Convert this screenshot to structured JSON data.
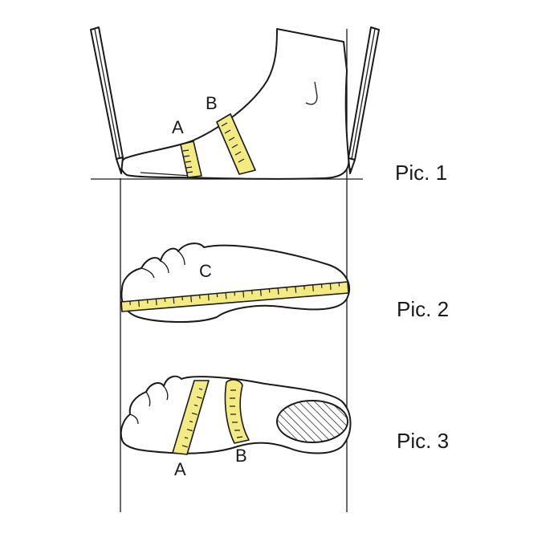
{
  "diagram": {
    "labels": {
      "a_top": "A",
      "b_top": "B",
      "c_mid": "C",
      "a_bottom": "A",
      "b_bottom": "B"
    },
    "captions": {
      "pic1": "Pic. 1",
      "pic2": "Pic. 2",
      "pic3": "Pic. 3"
    },
    "colors": {
      "tape": "#f3ea82",
      "ink": "#1a1a1a",
      "background": "#ffffff"
    },
    "icons": [
      "pencil-icon",
      "measuring-tape-icon",
      "foot-icon"
    ]
  }
}
